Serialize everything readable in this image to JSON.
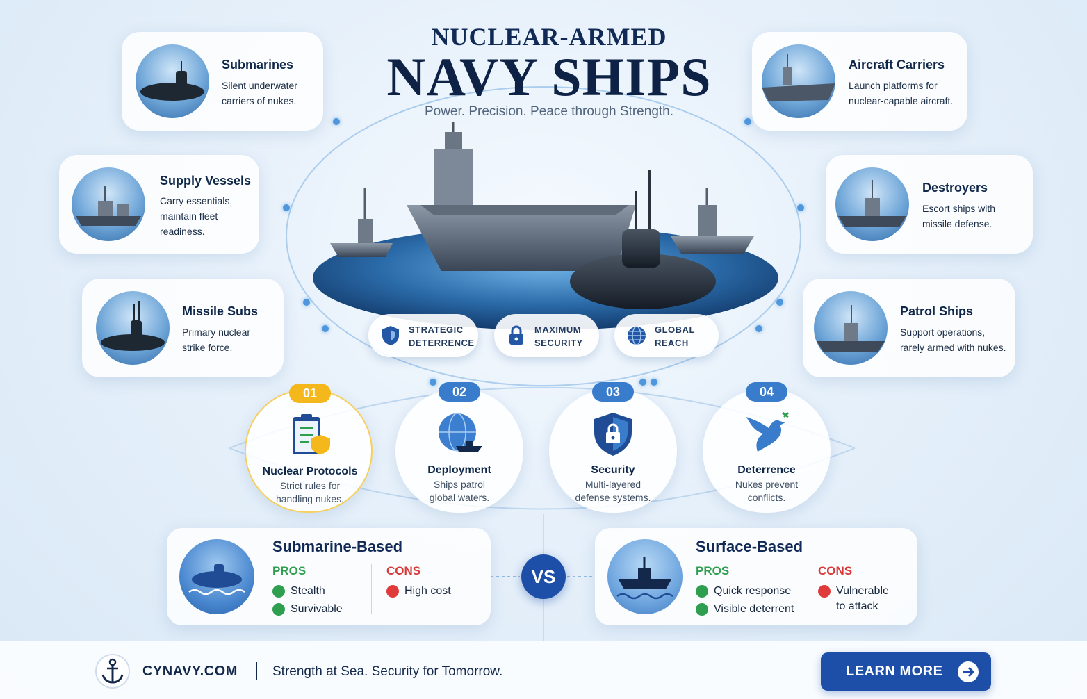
{
  "header": {
    "title_top": "NUCLEAR-ARMED",
    "title_main": "NAVY SHIPS",
    "tagline": "Power. Precision. Peace through Strength."
  },
  "ship_types": [
    {
      "title": "Submarines",
      "text": "Silent underwater carriers of nukes.",
      "icon": "submarine-icon"
    },
    {
      "title": "Supply Vessels",
      "text": "Carry essentials, maintain fleet readiness.",
      "icon": "supply-ship-icon"
    },
    {
      "title": "Missile Subs",
      "text": "Primary nuclear strike force.",
      "icon": "missile-sub-icon"
    },
    {
      "title": "Aircraft Carriers",
      "text": "Launch platforms for nuclear-capable aircraft.",
      "icon": "carrier-icon"
    },
    {
      "title": "Destroyers",
      "text": "Escort ships with missile defense.",
      "icon": "destroyer-icon"
    },
    {
      "title": "Patrol Ships",
      "text": "Support operations, rarely armed with nukes.",
      "icon": "patrol-ship-icon"
    }
  ],
  "features": [
    {
      "label": "STRATEGIC\nDETERRENCE",
      "icon": "shield-icon"
    },
    {
      "label": "MAXIMUM\nSECURITY",
      "icon": "lock-icon"
    },
    {
      "label": "GLOBAL\nREACH",
      "icon": "globe-icon"
    }
  ],
  "steps": [
    {
      "num": "01",
      "title": "Nuclear Protocols",
      "text": "Strict rules for handling nukes.",
      "icon": "clipboard-shield-icon",
      "color": "#f4b81c"
    },
    {
      "num": "02",
      "title": "Deployment",
      "text": "Ships patrol global waters.",
      "icon": "globe-ship-icon",
      "color": "#3a7ccc"
    },
    {
      "num": "03",
      "title": "Security",
      "text": "Multi-layered defense systems.",
      "icon": "lock-shield-icon",
      "color": "#3a7ccc"
    },
    {
      "num": "04",
      "title": "Deterrence",
      "text": "Nukes prevent conflicts.",
      "icon": "dove-icon",
      "color": "#3a7ccc"
    }
  ],
  "comparison": {
    "vs": "VS",
    "submarine": {
      "title": "Submarine-Based",
      "pros_label": "PROS",
      "cons_label": "CONS",
      "pros": [
        "Stealth",
        "Survivable"
      ],
      "cons": [
        "High cost"
      ]
    },
    "surface": {
      "title": "Surface-Based",
      "pros_label": "PROS",
      "cons_label": "CONS",
      "pros": [
        "Quick response",
        "Visible deterrent"
      ],
      "cons": [
        "Vulnerable",
        "to attack"
      ]
    }
  },
  "footer": {
    "site": "CYNAVY.COM",
    "slogan": "Strength at Sea. Security for Tomorrow.",
    "cta": "LEARN MORE"
  },
  "colors": {
    "navy": "#0e2246",
    "accent_blue": "#1e4fa8",
    "gold": "#f4b81c",
    "pros_green": "#2e9e4f",
    "cons_red": "#d83a3a"
  }
}
